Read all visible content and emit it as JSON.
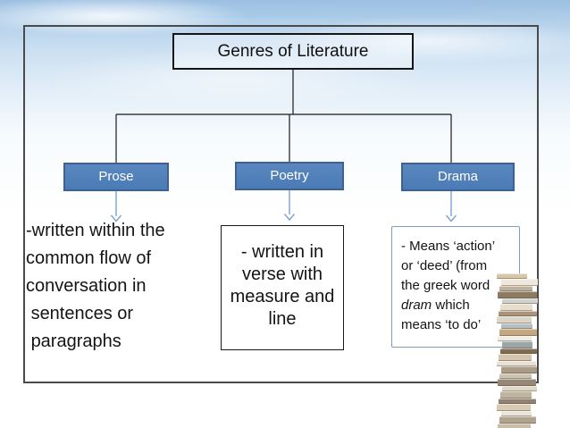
{
  "slide": {
    "title": "Genres of Literature",
    "nodes": [
      {
        "id": "prose",
        "label": "Prose",
        "description": "-written within the\ncommon flow of\nconversation in\n sentences or\n paragraphs"
      },
      {
        "id": "poetry",
        "label": "Poetry",
        "description": "- written in\nverse with\nmeasure and\nline"
      },
      {
        "id": "drama",
        "label": "Drama",
        "description_prefix": "- Means ‘action’\nor ‘deed’ (from\nthe greek word\n",
        "description_italic": "dram",
        "description_suffix": " which\nmeans ‘to do’"
      }
    ]
  },
  "colors": {
    "node_fill": "#4f81bd",
    "node_border": "#3e6191",
    "node_text": "#ffffff",
    "connector_line": "#1a1a1a",
    "arrow_line": "#7aa3d2",
    "frame_border": "#4a4a4a",
    "drama_box_border": "#7a9cc6",
    "sky_top": "#9cc0e2"
  },
  "decor": {
    "book_stack_colors": [
      "#d9c7a9",
      "#efe9dd",
      "#bcb29d",
      "#8d7a60",
      "#cfd3cf",
      "#e6ddca",
      "#a9937a",
      "#dcd6c8",
      "#b5bec2",
      "#c4a87f",
      "#f0ece4",
      "#9aa5a8",
      "#7e6b52",
      "#d2c4ad",
      "#e8e2d6",
      "#ab9c88",
      "#ccc3b0",
      "#968877",
      "#e0d8c6",
      "#bfb49e",
      "#8f8272",
      "#d8cbb2",
      "#eae5da",
      "#b0a48e",
      "#c9bda6",
      "#a39482"
    ]
  }
}
